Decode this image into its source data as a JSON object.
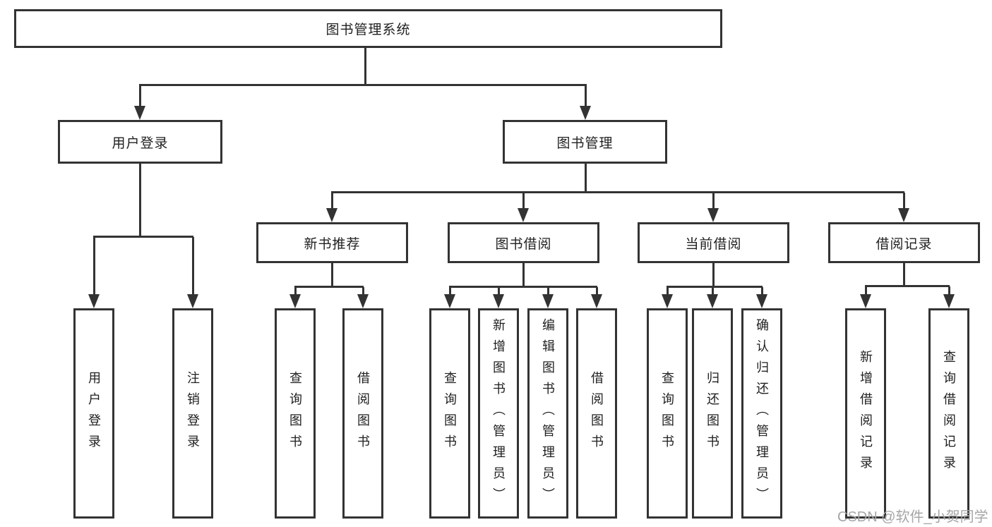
{
  "page": {
    "watermark": "CSDN @软件_小贺同学"
  },
  "colors": {
    "line": "#333333",
    "box_border": "#333333",
    "box_bg": "#ffffff",
    "text": "#212121",
    "watermark": "#a6a6a6"
  },
  "nodes": {
    "root": {
      "label": "图书管理系统"
    },
    "level2": [
      {
        "label": "用户登录"
      },
      {
        "label": "图书管理"
      }
    ],
    "level3": [
      {
        "label": "新书推荐"
      },
      {
        "label": "图书借阅"
      },
      {
        "label": "当前借阅"
      },
      {
        "label": "借阅记录"
      }
    ],
    "leaves": {
      "user_login": [
        {
          "label": "用户登录"
        },
        {
          "label": "注销登录"
        }
      ],
      "new_book_recommend": [
        {
          "label": "查询图书"
        },
        {
          "label": "借阅图书"
        }
      ],
      "book_borrow": [
        {
          "label": "查询图书"
        },
        {
          "label": "新增图书（管理员）"
        },
        {
          "label": "编辑图书（管理员）"
        },
        {
          "label": "借阅图书"
        }
      ],
      "current_borrow": [
        {
          "label": "查询图书"
        },
        {
          "label": "归还图书"
        },
        {
          "label": "确认归还（管理员）"
        }
      ],
      "borrow_record": [
        {
          "label": "新增借阅记录"
        },
        {
          "label": "查询借阅记录"
        }
      ]
    }
  }
}
